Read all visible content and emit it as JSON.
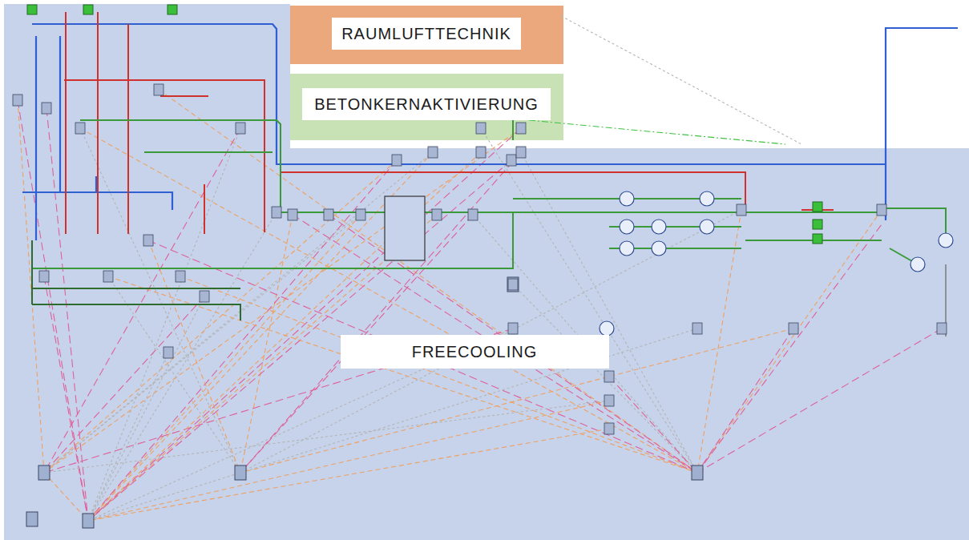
{
  "diagram": {
    "nodes": [
      {
        "text": [
          "RAUMLUFTTECHNIK"
        ]
      },
      {
        "text": [
          "BETONKERNAKTIVIERUNG"
        ]
      },
      {
        "text": [
          "FREECOOLING"
        ]
      }
    ],
    "edges": []
  }
}
